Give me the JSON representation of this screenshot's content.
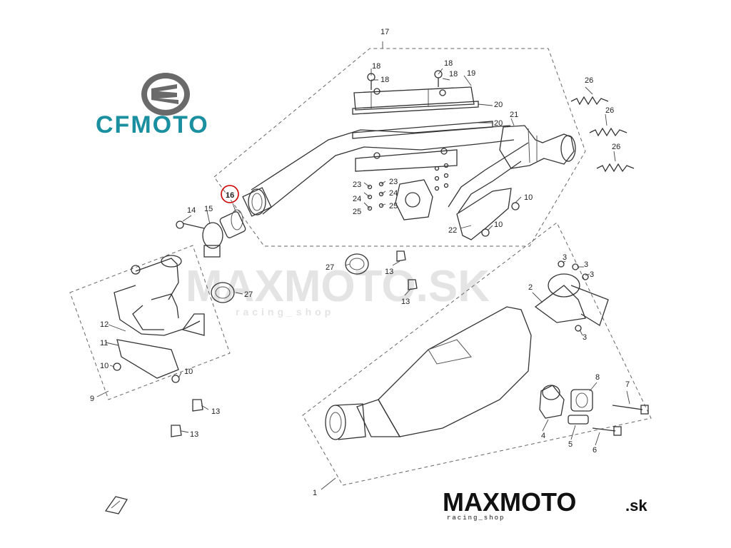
{
  "brand_top": {
    "logo_text": "CFMOTO",
    "color": "#1a8fa0"
  },
  "brand_bottom": {
    "main": "MAXMOTO",
    "suffix": ".sk",
    "tagline": "racing_shop",
    "color": "#111111"
  },
  "watermark": {
    "main": "MAXMOTO.SK",
    "tagline": "racing_shop"
  },
  "highlight": {
    "part": "16",
    "color": "#cc0000"
  },
  "callouts": {
    "c1": "1",
    "c2": "2",
    "c3a": "3",
    "c3b": "3",
    "c3c": "3",
    "c3d": "3",
    "c4": "4",
    "c5": "5",
    "c6": "6",
    "c7": "7",
    "c8": "8",
    "c9": "9",
    "c10a": "10",
    "c10b": "10",
    "c10c": "10",
    "c10d": "10",
    "c11": "11",
    "c12": "12",
    "c13a": "13",
    "c13b": "13",
    "c13c": "13",
    "c13d": "13",
    "c14": "14",
    "c15": "15",
    "c16": "16",
    "c17": "17",
    "c18a": "18",
    "c18b": "18",
    "c18c": "18",
    "c18d": "18",
    "c19": "19",
    "c20a": "20",
    "c20b": "20",
    "c21": "21",
    "c22": "22",
    "c23a": "23",
    "c23b": "23",
    "c24a": "24",
    "c24b": "24",
    "c25a": "25",
    "c25b": "25",
    "c26a": "26",
    "c26b": "26",
    "c26c": "26",
    "c27a": "27",
    "c27b": "27"
  }
}
